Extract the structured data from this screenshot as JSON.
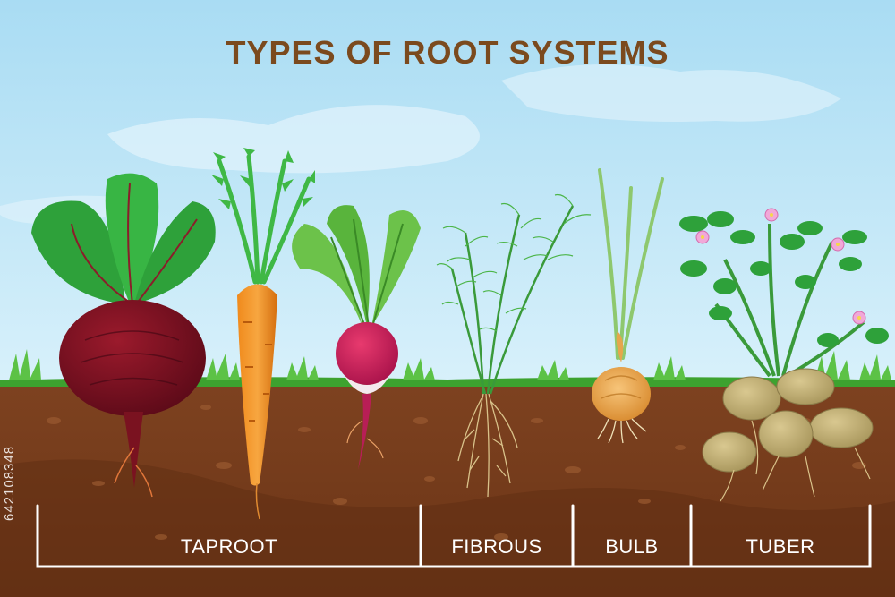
{
  "title": "TYPES OF ROOT SYSTEMS",
  "categories": [
    {
      "label": "TAPROOT"
    },
    {
      "label": "FIBROUS"
    },
    {
      "label": "BULB"
    },
    {
      "label": "TUBER"
    }
  ],
  "plants": [
    "beet",
    "carrot",
    "radish",
    "dill",
    "onion",
    "potato"
  ],
  "watermark": "642108348",
  "colors": {
    "sky": "#bfe6f7",
    "soil": "#7a3f1c",
    "grass": "#4cb43c",
    "title": "#7b4a1e",
    "bracket": "#ffffff"
  }
}
